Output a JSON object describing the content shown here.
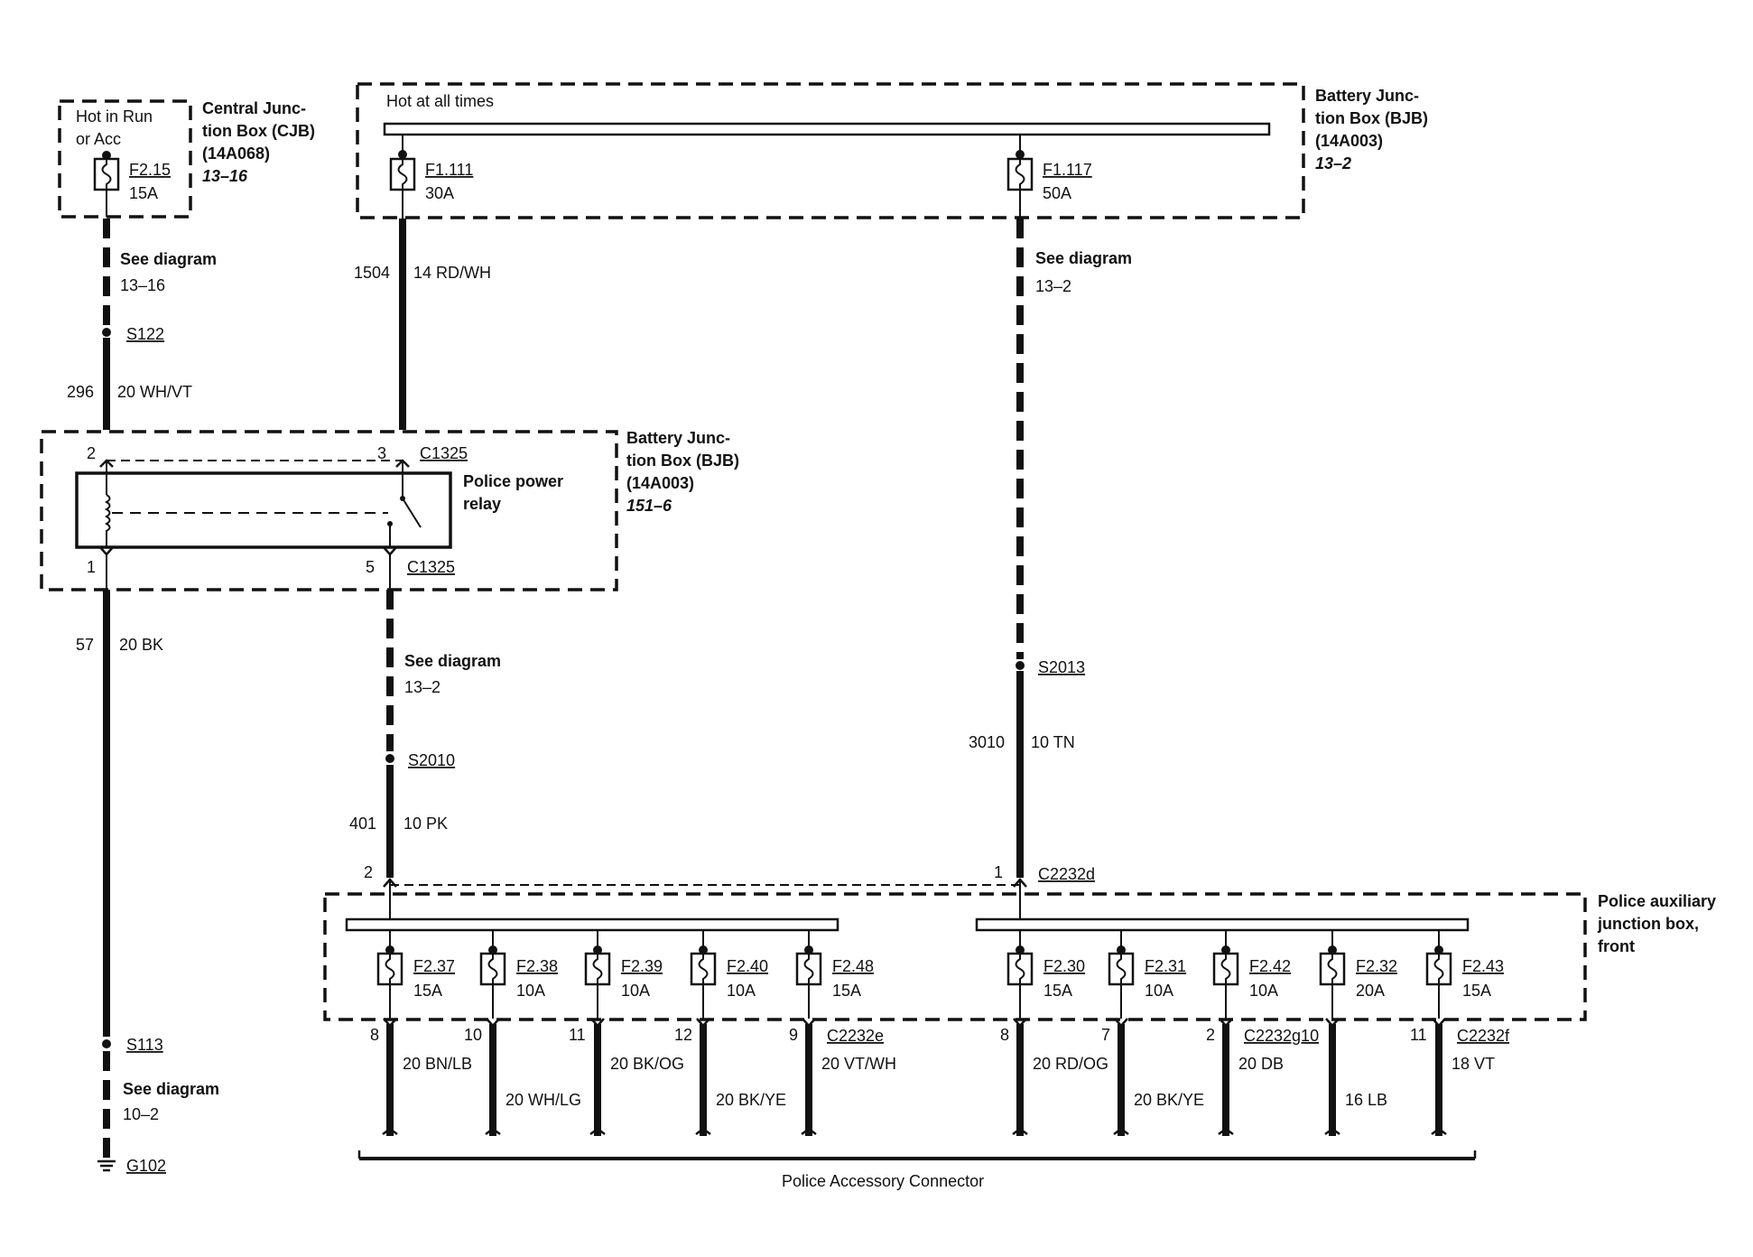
{
  "cjb": {
    "hot_line1": "Hot in Run",
    "hot_line2": "or Acc",
    "title1": "Central Junc-",
    "title2": "tion Box (CJB)",
    "title3": "(14A068)",
    "ref": "13–16",
    "fuse_id": "F2.15",
    "fuse_amp": "15A"
  },
  "bjb_top": {
    "hot": "Hot at all times",
    "title1": "Battery Junc-",
    "title2": "tion Box (BJB)",
    "title3": "(14A003)",
    "ref": "13–2",
    "fuse1_id": "F1.111",
    "fuse1_amp": "30A",
    "fuse2_id": "F1.117",
    "fuse2_amp": "50A"
  },
  "left_wire": {
    "see": "See diagram",
    "see_ref": "13–16",
    "splice": "S122",
    "circuit": "296",
    "wire": "20 WH/VT"
  },
  "mid_wire": {
    "circuit": "1504",
    "wire": "14 RD/WH"
  },
  "right_wire": {
    "see": "See diagram",
    "see_ref": "13–2",
    "splice": "S2013",
    "circuit": "3010",
    "wire": "10 TN",
    "pin": "1",
    "connector": "C2232d"
  },
  "relay_box": {
    "title1": "Battery Junc-",
    "title2": "tion Box (BJB)",
    "title3": "(14A003)",
    "ref": "151–6",
    "relay_line1": "Police power",
    "relay_line2": "relay",
    "pin_top_left": "2",
    "pin_top_right": "3",
    "conn_top": "C1325",
    "pin_bot_left": "1",
    "pin_bot_right": "5",
    "conn_bot": "C1325"
  },
  "ground_wire": {
    "circuit": "57",
    "wire": "20 BK",
    "splice": "S113",
    "see": "See diagram",
    "see_ref": "10–2",
    "ground": "G102"
  },
  "pk_wire": {
    "see": "See diagram",
    "see_ref": "13–2",
    "splice": "S2010",
    "circuit": "401",
    "wire": "10 PK",
    "pin": "2"
  },
  "aux_box": {
    "title1": "Police auxiliary",
    "title2": "junction box,",
    "title3": "front"
  },
  "left_fuses": [
    {
      "id": "F2.37",
      "amp": "15A",
      "pin": "8",
      "wire": "20 BN/LB"
    },
    {
      "id": "F2.38",
      "amp": "10A",
      "pin": "10",
      "wire": "20 WH/LG"
    },
    {
      "id": "F2.39",
      "amp": "10A",
      "pin": "11",
      "wire": "20 BK/OG"
    },
    {
      "id": "F2.40",
      "amp": "10A",
      "pin": "12",
      "wire": "20 BK/YE"
    },
    {
      "id": "F2.48",
      "amp": "15A",
      "pin": "9",
      "wire": "20 VT/WH",
      "connector": "C2232e"
    }
  ],
  "right_fuses": [
    {
      "id": "F2.30",
      "amp": "15A",
      "pin": "8",
      "wire": "20 RD/OG"
    },
    {
      "id": "F2.31",
      "amp": "10A",
      "pin": "7",
      "wire": "20 BK/YE"
    },
    {
      "id": "F2.42",
      "amp": "10A",
      "pin": "2",
      "wire": "20 DB",
      "connector": "C2232g10"
    },
    {
      "id": "F2.32",
      "amp": "20A",
      "pin": "",
      "wire": "16 LB"
    },
    {
      "id": "F2.43",
      "amp": "15A",
      "pin": "11",
      "wire": "18 VT",
      "connector": "C2232f"
    }
  ],
  "accessory_connector": "Police Accessory Connector"
}
